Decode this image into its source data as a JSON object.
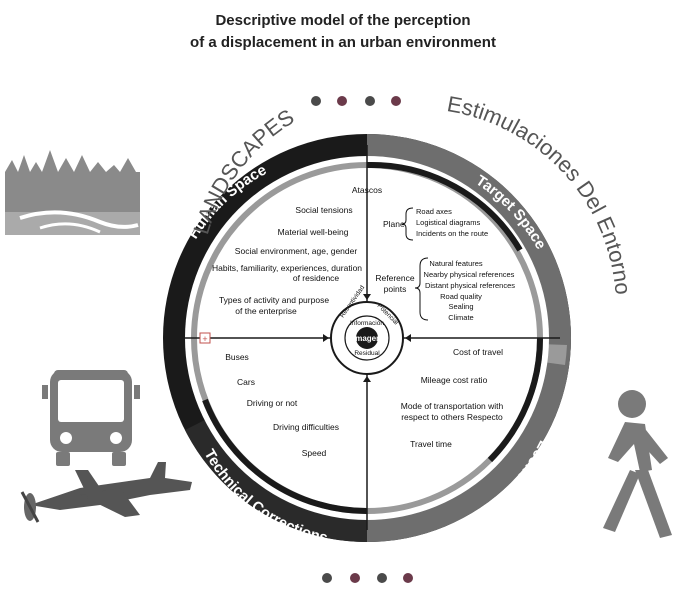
{
  "title": {
    "line1": "Descriptive model of the perception",
    "line2": "of a displacement in an urban environment"
  },
  "outer_labels": {
    "left": "LANDSCAPES",
    "right": "Estimulaciones Del Entorno"
  },
  "ring_labels": {
    "human_space": "Human Space",
    "target_space": "Target Space",
    "economic": "Economic",
    "technical": "Technical Corrections"
  },
  "top_left_items": [
    "Social tensions",
    "Material well-being",
    "Social environment, age, gender",
    "Habits, familiarity, experiences, duration",
    "of residence",
    "Types of activity and purpose",
    "of the enterprise"
  ],
  "top_right": {
    "atascos": "Atascos",
    "plane_label": "Plane",
    "plane_items": [
      "Road axes",
      "Logistical diagrams",
      "Incidents on the route"
    ],
    "reference_label_1": "Reference",
    "reference_label_2": "points",
    "reference_items": [
      "Natural features",
      "Nearby physical references",
      "Distant physical references",
      "Road quality",
      "Sealing",
      "Climate"
    ]
  },
  "bottom_left_items": [
    "Buses",
    "Cars",
    "Driving or not",
    "Driving difficulties",
    "Speed"
  ],
  "bottom_right_items": [
    "Cost of travel",
    "Mileage cost ratio",
    "Mode of transportation with",
    "respect to others Respecto",
    "Travel time"
  ],
  "hub": {
    "receptividad": "Receptividad",
    "potencial": "Potencial",
    "informacion": "Información",
    "imagen": "Imagen",
    "residual": "Residual"
  },
  "colors": {
    "dark_ring": "#1a1a1a",
    "grey_ring": "#6e6e6e",
    "light_grey": "#9a9a9a",
    "dot_dark": "#4a4a4a",
    "dot_maroon": "#6b3a4a",
    "plus_marker": "#c0504d"
  },
  "icons": [
    "landscape-icon",
    "bus-icon",
    "airplane-icon",
    "walking-person-icon"
  ]
}
